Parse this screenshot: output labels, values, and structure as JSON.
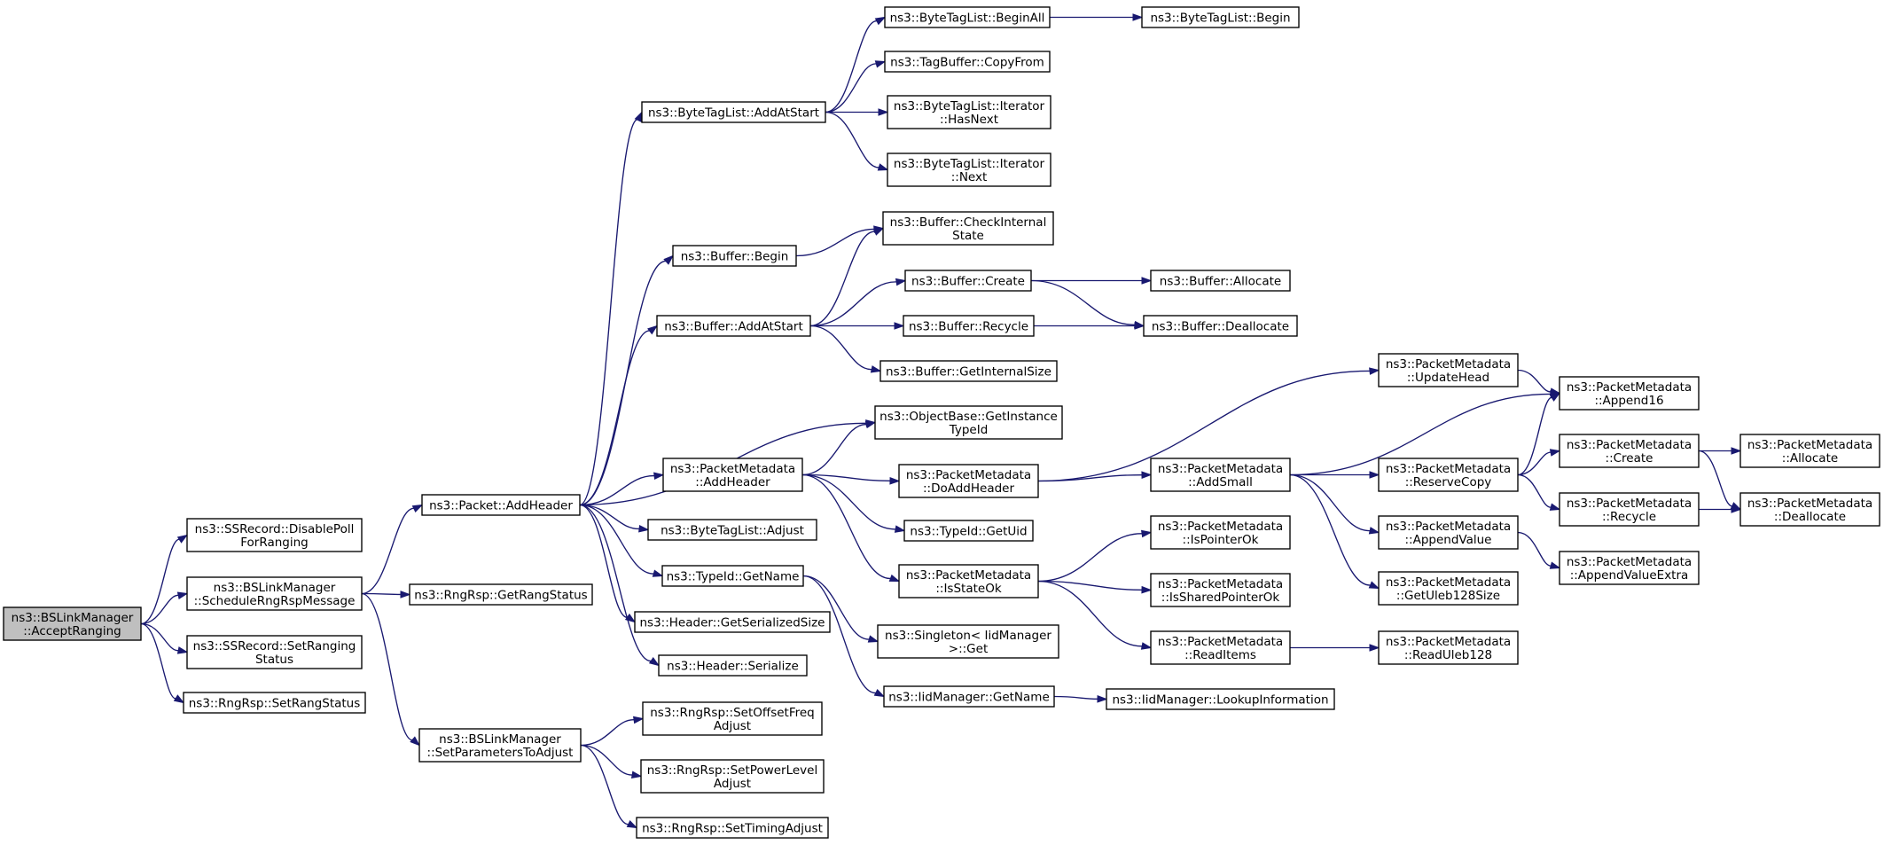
{
  "colors": {
    "edge": "#191970",
    "root_fill": "#bfbfbf",
    "node_fill": "#ffffff",
    "node_border": "#000000"
  },
  "nodes": [
    {
      "id": "n_accept",
      "lines": [
        "ns3::BSLinkManager",
        "::AcceptRanging"
      ],
      "root": true
    },
    {
      "id": "n_disablepoll",
      "lines": [
        "ns3::SSRecord::DisablePoll",
        "ForRanging"
      ]
    },
    {
      "id": "n_schedule",
      "lines": [
        "ns3::BSLinkManager",
        "::ScheduleRngRspMessage"
      ]
    },
    {
      "id": "n_setranging",
      "lines": [
        "ns3::SSRecord::SetRanging",
        "Status"
      ]
    },
    {
      "id": "n_setrangstatus",
      "lines": [
        "ns3::RngRsp::SetRangStatus"
      ]
    },
    {
      "id": "n_addheader",
      "lines": [
        "ns3::Packet::AddHeader"
      ]
    },
    {
      "id": "n_getrangstatus",
      "lines": [
        "ns3::RngRsp::GetRangStatus"
      ]
    },
    {
      "id": "n_setparams",
      "lines": [
        "ns3::BSLinkManager",
        "::SetParametersToAdjust"
      ]
    },
    {
      "id": "n_btl_addatstart",
      "lines": [
        "ns3::ByteTagList::AddAtStart"
      ]
    },
    {
      "id": "n_buf_begin",
      "lines": [
        "ns3::Buffer::Begin"
      ]
    },
    {
      "id": "n_buf_addatstart",
      "lines": [
        "ns3::Buffer::AddAtStart"
      ]
    },
    {
      "id": "n_pm_addheader",
      "lines": [
        "ns3::PacketMetadata",
        "::AddHeader"
      ]
    },
    {
      "id": "n_btl_adjust",
      "lines": [
        "ns3::ByteTagList::Adjust"
      ]
    },
    {
      "id": "n_typeid_getname",
      "lines": [
        "ns3::TypeId::GetName"
      ]
    },
    {
      "id": "n_hdr_getsersize",
      "lines": [
        "ns3::Header::GetSerializedSize"
      ]
    },
    {
      "id": "n_hdr_serialize",
      "lines": [
        "ns3::Header::Serialize"
      ]
    },
    {
      "id": "n_setoffset",
      "lines": [
        "ns3::RngRsp::SetOffsetFreq",
        "Adjust"
      ]
    },
    {
      "id": "n_setpower",
      "lines": [
        "ns3::RngRsp::SetPowerLevel",
        "Adjust"
      ]
    },
    {
      "id": "n_settiming",
      "lines": [
        "ns3::RngRsp::SetTimingAdjust"
      ]
    },
    {
      "id": "n_btl_beginall",
      "lines": [
        "ns3::ByteTagList::BeginAll"
      ]
    },
    {
      "id": "n_tagbuf_copyfrom",
      "lines": [
        "ns3::TagBuffer::CopyFrom"
      ]
    },
    {
      "id": "n_btl_it_hasnext",
      "lines": [
        "ns3::ByteTagList::Iterator",
        "::HasNext"
      ]
    },
    {
      "id": "n_btl_it_next",
      "lines": [
        "ns3::ByteTagList::Iterator",
        "::Next"
      ]
    },
    {
      "id": "n_buf_checkinternal",
      "lines": [
        "ns3::Buffer::CheckInternal",
        "State"
      ]
    },
    {
      "id": "n_buf_create",
      "lines": [
        "ns3::Buffer::Create"
      ]
    },
    {
      "id": "n_buf_recycle",
      "lines": [
        "ns3::Buffer::Recycle"
      ]
    },
    {
      "id": "n_buf_getinternalsize",
      "lines": [
        "ns3::Buffer::GetInternalSize"
      ]
    },
    {
      "id": "n_objbase_getinstance",
      "lines": [
        "ns3::ObjectBase::GetInstance",
        "TypeId"
      ]
    },
    {
      "id": "n_pm_doaddheader",
      "lines": [
        "ns3::PacketMetadata",
        "::DoAddHeader"
      ]
    },
    {
      "id": "n_typeid_getuid",
      "lines": [
        "ns3::TypeId::GetUid"
      ]
    },
    {
      "id": "n_pm_isstateok",
      "lines": [
        "ns3::PacketMetadata",
        "::IsStateOk"
      ]
    },
    {
      "id": "n_singleton_get",
      "lines": [
        "ns3::Singleton< IidManager",
        ">::Get"
      ]
    },
    {
      "id": "n_iid_getname",
      "lines": [
        "ns3::IidManager::GetName"
      ]
    },
    {
      "id": "n_btl_begin",
      "lines": [
        "ns3::ByteTagList::Begin"
      ]
    },
    {
      "id": "n_buf_allocate",
      "lines": [
        "ns3::Buffer::Allocate"
      ]
    },
    {
      "id": "n_buf_deallocate",
      "lines": [
        "ns3::Buffer::Deallocate"
      ]
    },
    {
      "id": "n_pm_updatehead",
      "lines": [
        "ns3::PacketMetadata",
        "::UpdateHead"
      ]
    },
    {
      "id": "n_pm_addsmall",
      "lines": [
        "ns3::PacketMetadata",
        "::AddSmall"
      ]
    },
    {
      "id": "n_pm_ispointerok",
      "lines": [
        "ns3::PacketMetadata",
        "::IsPointerOk"
      ]
    },
    {
      "id": "n_pm_issharedpointerok",
      "lines": [
        "ns3::PacketMetadata",
        "::IsSharedPointerOk"
      ]
    },
    {
      "id": "n_pm_readitems",
      "lines": [
        "ns3::PacketMetadata",
        "::ReadItems"
      ]
    },
    {
      "id": "n_iid_lookupinfo",
      "lines": [
        "ns3::IidManager::LookupInformation"
      ]
    },
    {
      "id": "n_pm_append16",
      "lines": [
        "ns3::PacketMetadata",
        "::Append16"
      ]
    },
    {
      "id": "n_pm_reservecopy",
      "lines": [
        "ns3::PacketMetadata",
        "::ReserveCopy"
      ]
    },
    {
      "id": "n_pm_appendvalue",
      "lines": [
        "ns3::PacketMetadata",
        "::AppendValue"
      ]
    },
    {
      "id": "n_pm_getuleb128size",
      "lines": [
        "ns3::PacketMetadata",
        "::GetUleb128Size"
      ]
    },
    {
      "id": "n_pm_readuleb128",
      "lines": [
        "ns3::PacketMetadata",
        "::ReadUleb128"
      ]
    },
    {
      "id": "n_pm_create",
      "lines": [
        "ns3::PacketMetadata",
        "::Create"
      ]
    },
    {
      "id": "n_pm_recycle",
      "lines": [
        "ns3::PacketMetadata",
        "::Recycle"
      ]
    },
    {
      "id": "n_pm_appendvalueextra",
      "lines": [
        "ns3::PacketMetadata",
        "::AppendValueExtra"
      ]
    },
    {
      "id": "n_pm_allocate",
      "lines": [
        "ns3::PacketMetadata",
        "::Allocate"
      ]
    },
    {
      "id": "n_pm_deallocate",
      "lines": [
        "ns3::PacketMetadata",
        "::Deallocate"
      ]
    }
  ],
  "edges": [
    [
      "n_accept",
      "n_disablepoll"
    ],
    [
      "n_accept",
      "n_schedule"
    ],
    [
      "n_accept",
      "n_setranging"
    ],
    [
      "n_accept",
      "n_setrangstatus"
    ],
    [
      "n_schedule",
      "n_addheader"
    ],
    [
      "n_schedule",
      "n_getrangstatus"
    ],
    [
      "n_schedule",
      "n_setparams"
    ],
    [
      "n_addheader",
      "n_btl_addatstart"
    ],
    [
      "n_addheader",
      "n_buf_begin"
    ],
    [
      "n_addheader",
      "n_buf_addatstart"
    ],
    [
      "n_addheader",
      "n_objbase_getinstance"
    ],
    [
      "n_addheader",
      "n_pm_addheader"
    ],
    [
      "n_addheader",
      "n_btl_adjust"
    ],
    [
      "n_addheader",
      "n_typeid_getname"
    ],
    [
      "n_addheader",
      "n_hdr_getsersize"
    ],
    [
      "n_addheader",
      "n_hdr_serialize"
    ],
    [
      "n_setparams",
      "n_setoffset"
    ],
    [
      "n_setparams",
      "n_setpower"
    ],
    [
      "n_setparams",
      "n_settiming"
    ],
    [
      "n_btl_addatstart",
      "n_btl_beginall"
    ],
    [
      "n_btl_addatstart",
      "n_tagbuf_copyfrom"
    ],
    [
      "n_btl_addatstart",
      "n_btl_it_hasnext"
    ],
    [
      "n_btl_addatstart",
      "n_btl_it_next"
    ],
    [
      "n_btl_beginall",
      "n_btl_begin"
    ],
    [
      "n_buf_begin",
      "n_buf_checkinternal"
    ],
    [
      "n_buf_addatstart",
      "n_buf_checkinternal"
    ],
    [
      "n_buf_addatstart",
      "n_buf_create"
    ],
    [
      "n_buf_addatstart",
      "n_buf_recycle"
    ],
    [
      "n_buf_addatstart",
      "n_buf_getinternalsize"
    ],
    [
      "n_buf_create",
      "n_buf_allocate"
    ],
    [
      "n_buf_create",
      "n_buf_deallocate"
    ],
    [
      "n_buf_recycle",
      "n_buf_deallocate"
    ],
    [
      "n_pm_addheader",
      "n_objbase_getinstance"
    ],
    [
      "n_pm_addheader",
      "n_pm_doaddheader"
    ],
    [
      "n_pm_addheader",
      "n_typeid_getuid"
    ],
    [
      "n_pm_addheader",
      "n_pm_isstateok"
    ],
    [
      "n_typeid_getname",
      "n_singleton_get"
    ],
    [
      "n_typeid_getname",
      "n_iid_getname"
    ],
    [
      "n_iid_getname",
      "n_iid_lookupinfo"
    ],
    [
      "n_pm_doaddheader",
      "n_pm_updatehead"
    ],
    [
      "n_pm_doaddheader",
      "n_pm_addsmall"
    ],
    [
      "n_pm_isstateok",
      "n_pm_ispointerok"
    ],
    [
      "n_pm_isstateok",
      "n_pm_issharedpointerok"
    ],
    [
      "n_pm_isstateok",
      "n_pm_readitems"
    ],
    [
      "n_pm_updatehead",
      "n_pm_append16"
    ],
    [
      "n_pm_addsmall",
      "n_pm_append16"
    ],
    [
      "n_pm_addsmall",
      "n_pm_reservecopy"
    ],
    [
      "n_pm_addsmall",
      "n_pm_appendvalue"
    ],
    [
      "n_pm_addsmall",
      "n_pm_getuleb128size"
    ],
    [
      "n_pm_readitems",
      "n_pm_readuleb128"
    ],
    [
      "n_pm_reservecopy",
      "n_pm_append16"
    ],
    [
      "n_pm_reservecopy",
      "n_pm_create"
    ],
    [
      "n_pm_reservecopy",
      "n_pm_recycle"
    ],
    [
      "n_pm_appendvalue",
      "n_pm_appendvalueextra"
    ],
    [
      "n_pm_create",
      "n_pm_allocate"
    ],
    [
      "n_pm_create",
      "n_pm_deallocate"
    ],
    [
      "n_pm_recycle",
      "n_pm_deallocate"
    ]
  ]
}
